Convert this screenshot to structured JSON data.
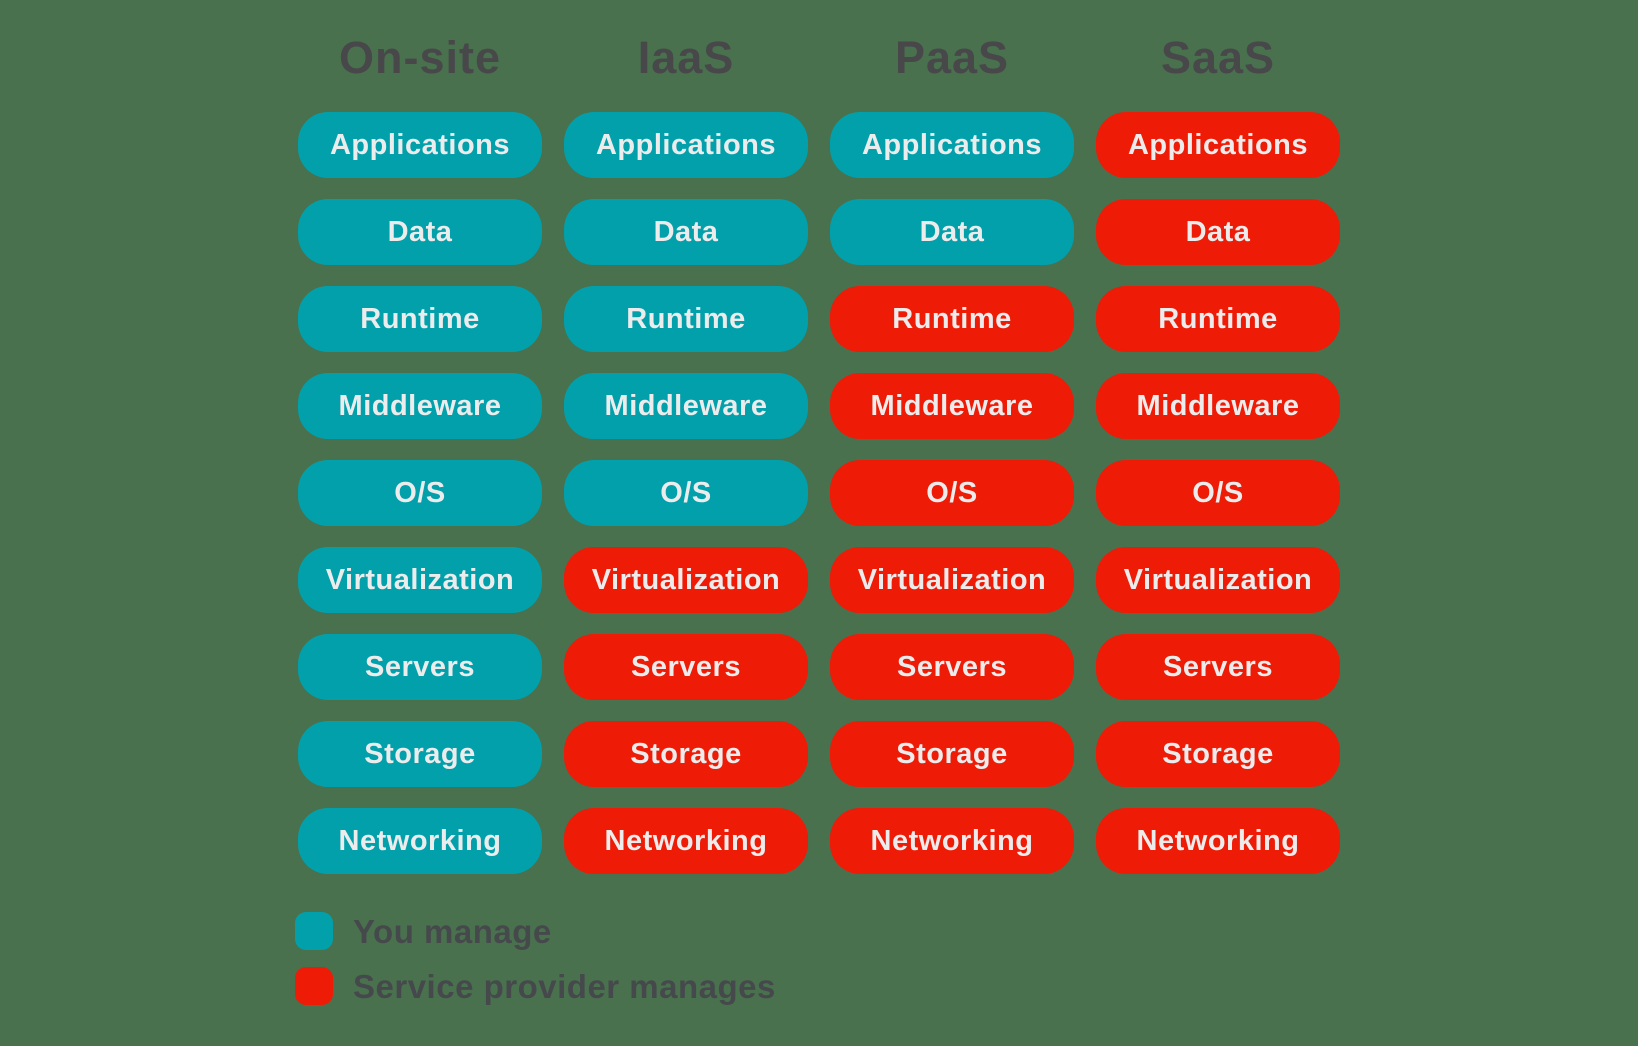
{
  "colors": {
    "background": "#49714E",
    "teal": "#02A0AB",
    "red": "#EE1B07",
    "header_text": "#48484B",
    "pill_text": "#ECECEC",
    "legend_text": "#46494C"
  },
  "layers": [
    "Applications",
    "Data",
    "Runtime",
    "Middleware",
    "O/S",
    "Virtualization",
    "Servers",
    "Storage",
    "Networking"
  ],
  "columns": [
    {
      "label": "On-site",
      "managed_by": [
        "you",
        "you",
        "you",
        "you",
        "you",
        "you",
        "you",
        "you",
        "you"
      ]
    },
    {
      "label": "IaaS",
      "managed_by": [
        "you",
        "you",
        "you",
        "you",
        "you",
        "provider",
        "provider",
        "provider",
        "provider"
      ]
    },
    {
      "label": "PaaS",
      "managed_by": [
        "you",
        "you",
        "provider",
        "provider",
        "provider",
        "provider",
        "provider",
        "provider",
        "provider"
      ]
    },
    {
      "label": "SaaS",
      "managed_by": [
        "provider",
        "provider",
        "provider",
        "provider",
        "provider",
        "provider",
        "provider",
        "provider",
        "provider"
      ]
    }
  ],
  "legend": [
    {
      "key": "you",
      "label": "You manage",
      "color": "#02A0AB"
    },
    {
      "key": "provider",
      "label": "Service provider manages",
      "color": "#EE1B07"
    }
  ]
}
